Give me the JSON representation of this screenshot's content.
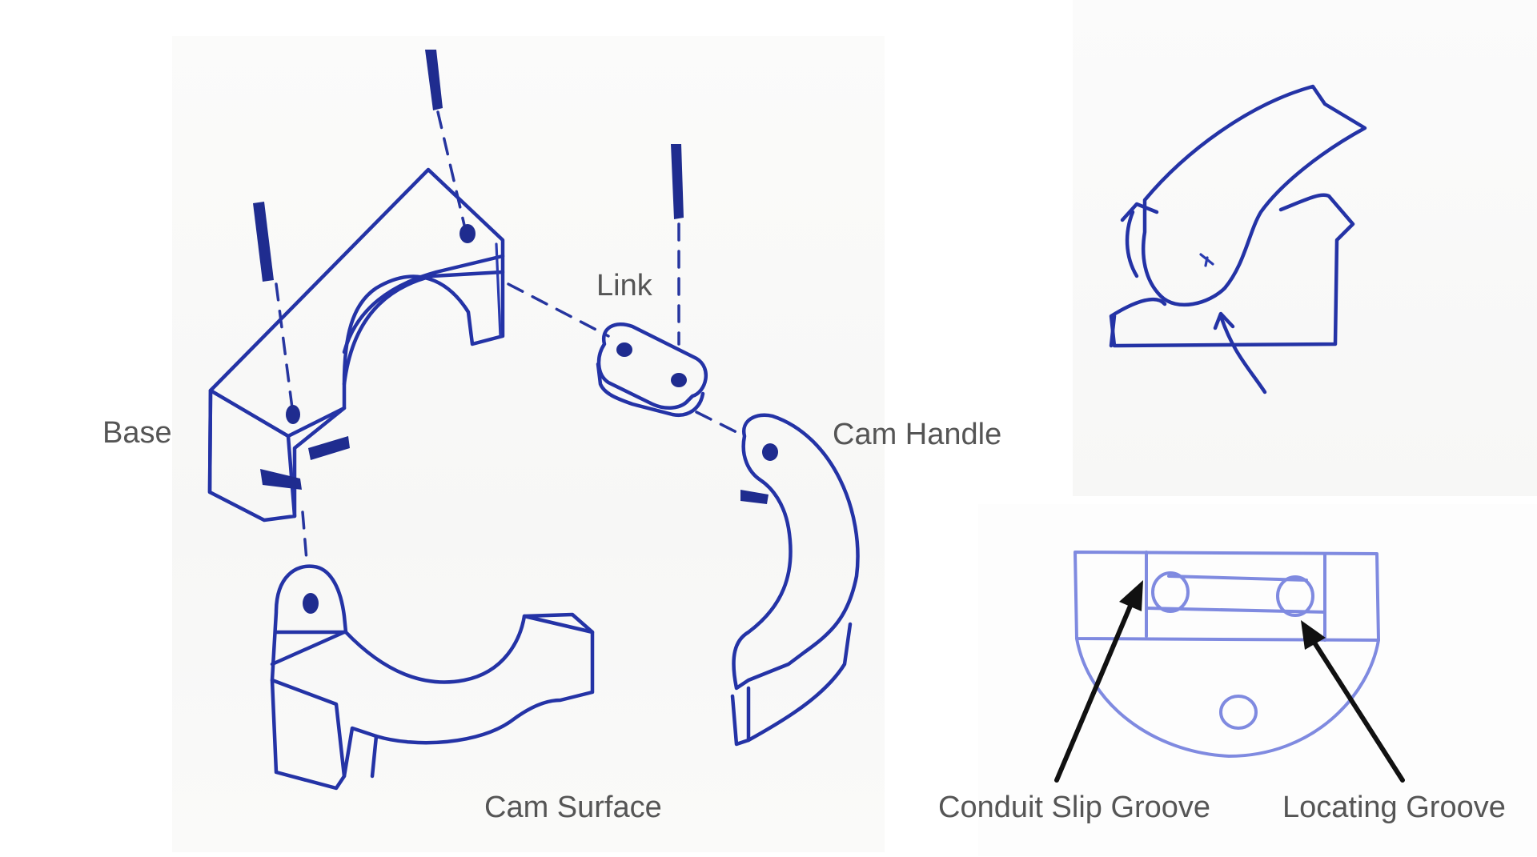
{
  "labels": {
    "base": "Base",
    "link": "Link",
    "cam_handle": "Cam Handle",
    "cam_surface": "Cam Surface",
    "conduit_slip_groove": "Conduit Slip Groove",
    "locating_groove": "Locating Groove"
  },
  "colors": {
    "ink": "#2433a6",
    "light_ink": "#7f8ae0",
    "label_text": "#555555",
    "arrow": "#111111"
  }
}
